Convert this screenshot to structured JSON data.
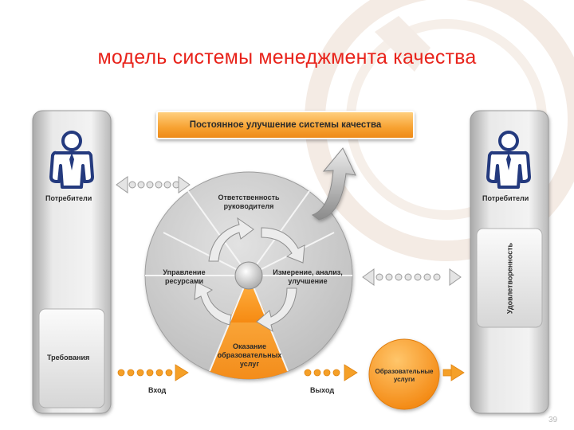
{
  "slide": {
    "title": "модель системы менеджмента качества",
    "page_number": "39"
  },
  "banner": {
    "text": "Постоянное улучшение системы качества"
  },
  "left_column": {
    "customers_label": "Потребители",
    "requirements_label": "Требования"
  },
  "right_column": {
    "customers_label": "Потребители",
    "satisfaction_label": "Удовлетворенность"
  },
  "wheel": {
    "top_sector": "Ответственность руководителя",
    "left_sector": "Управление ресурсами",
    "right_sector": "Измерение, анализ, улучшение",
    "bottom_sector": "Оказание образовательных услуг"
  },
  "flow": {
    "input_label": "Вход",
    "output_label": "Выход",
    "result_label": "Образовательные услуги"
  },
  "colors": {
    "title": "#e8231b",
    "accent_orange": "#f7a232",
    "wheel_gray": "#c9c9c9"
  }
}
